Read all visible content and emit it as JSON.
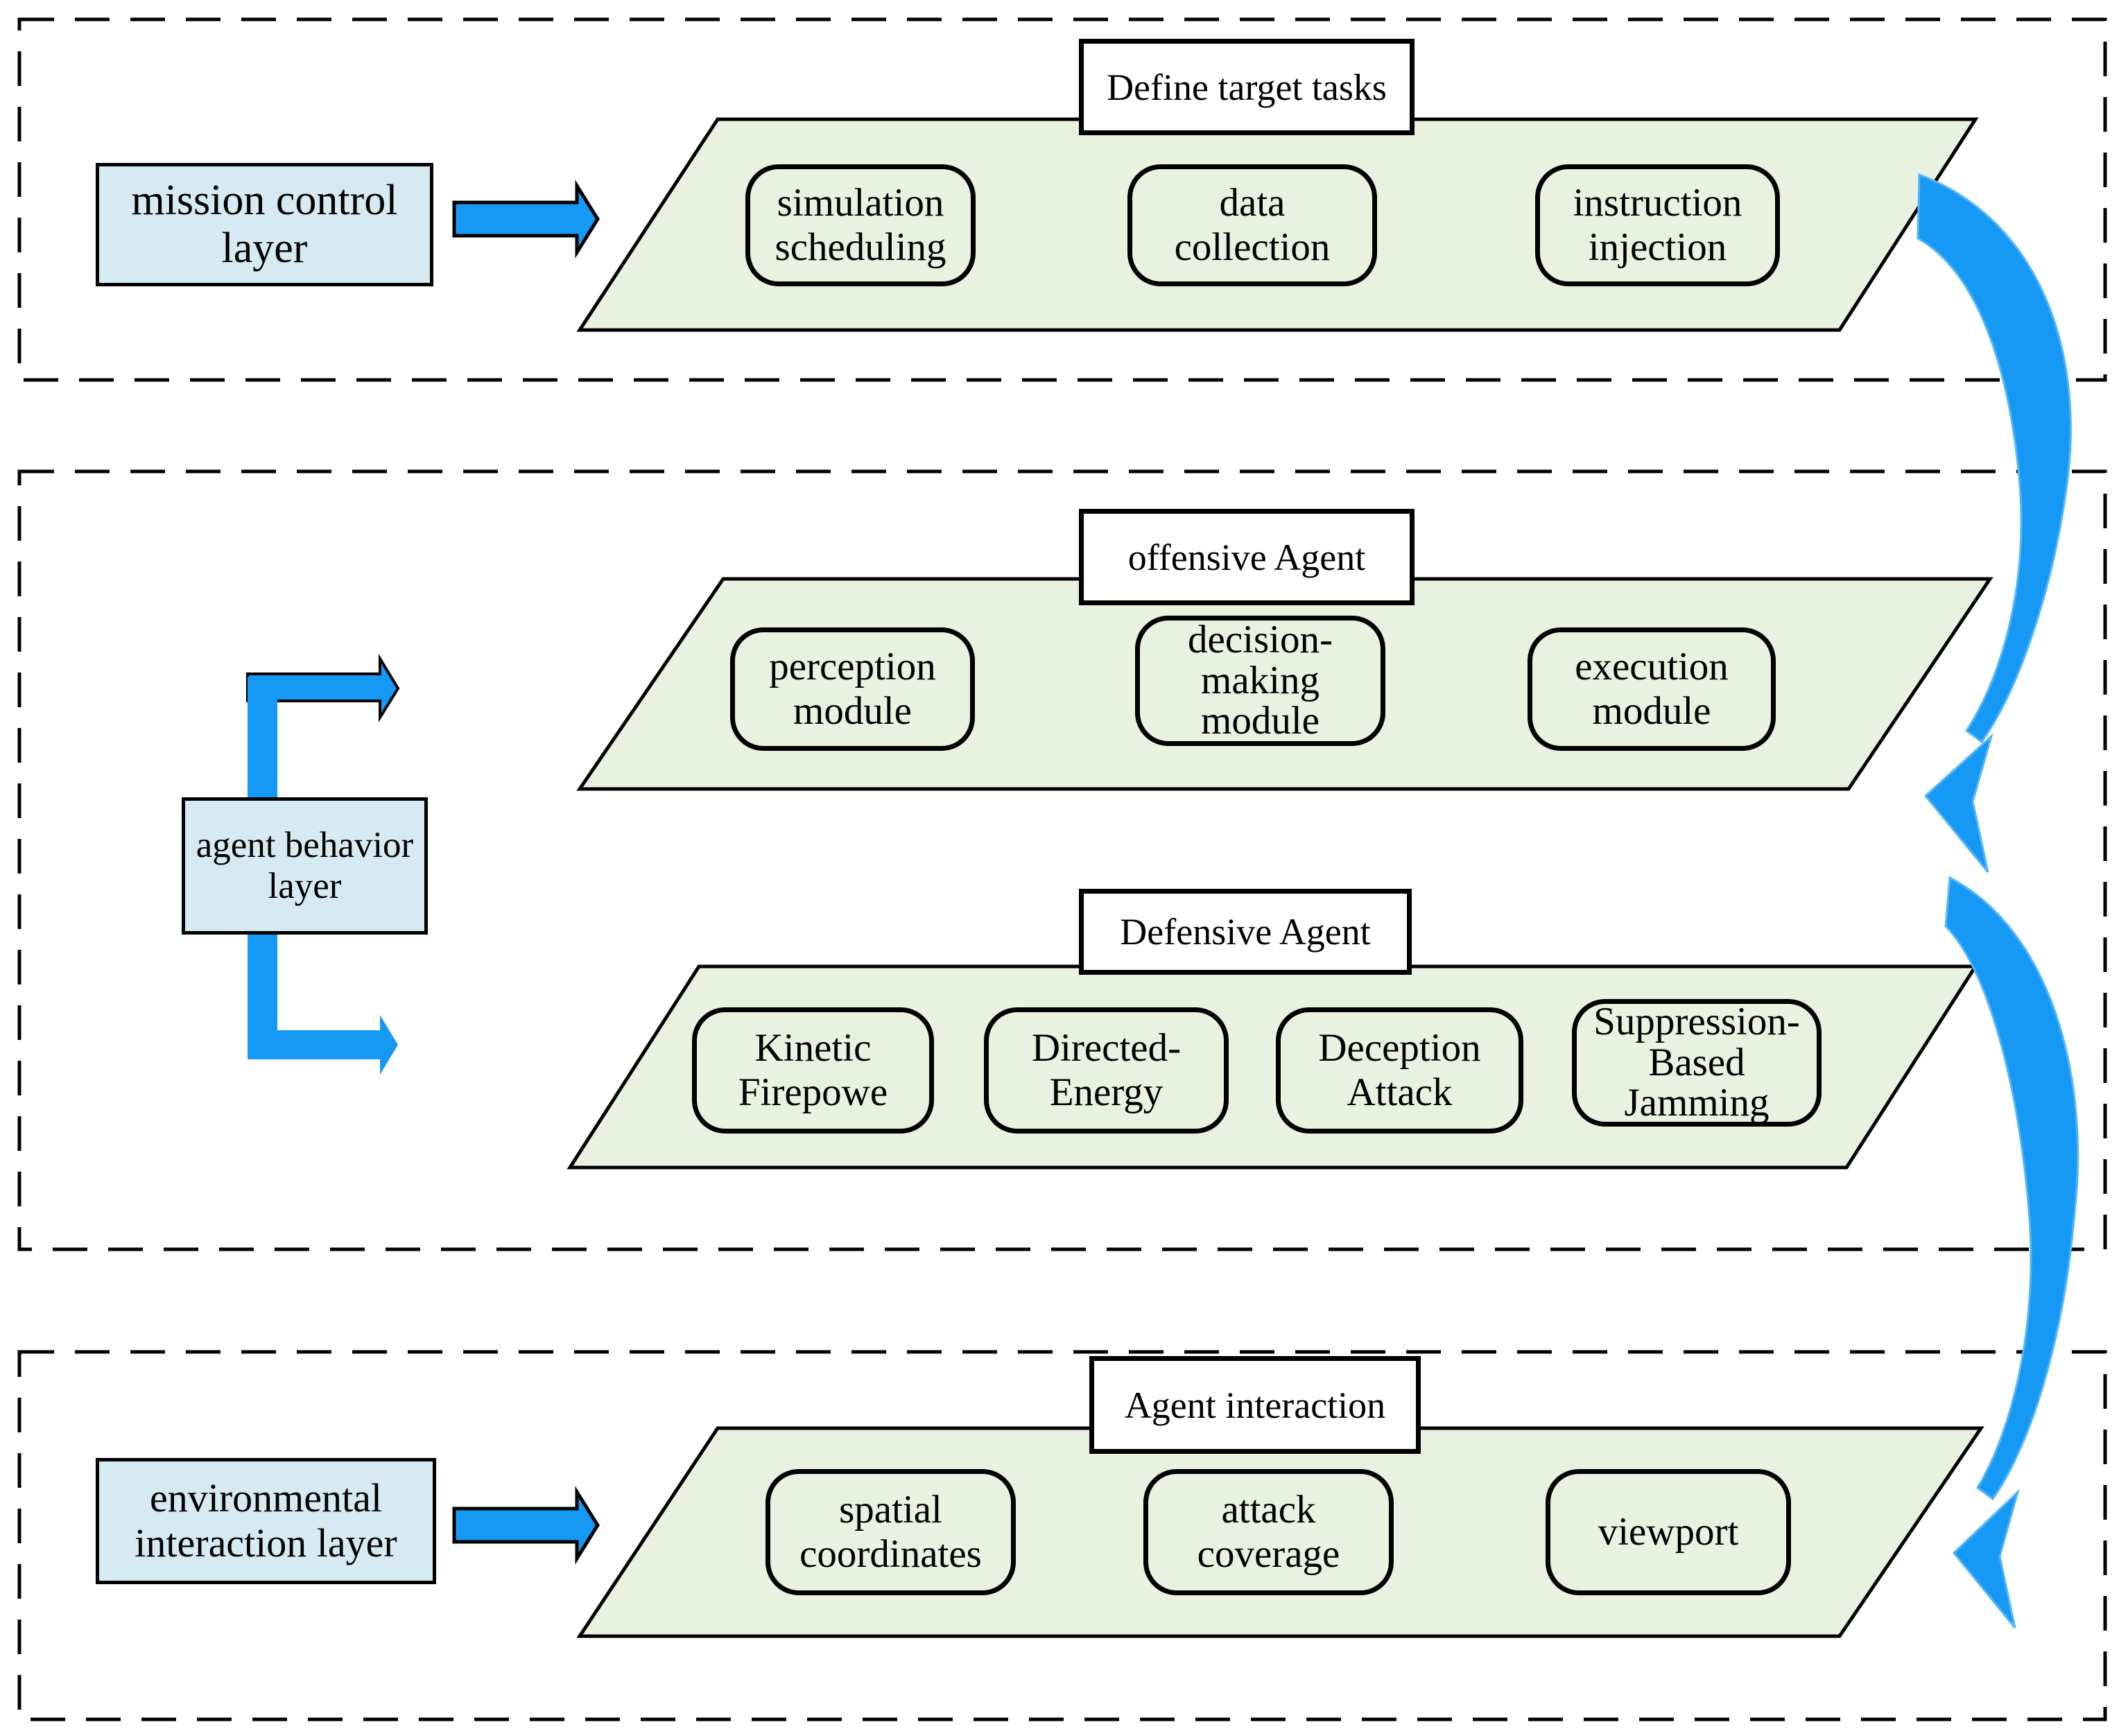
{
  "colors": {
    "layer_box_fill": "#d5eaf2",
    "panel_fill": "#e9f1e0",
    "arrow_blue": "#1699f4",
    "curved_arrow_edge": "#55b5f8",
    "outline": "#000000"
  },
  "mission_control": {
    "layer_label": "mission control\nlayer",
    "panel_label": "Define target tasks",
    "modules": [
      "simulation\nscheduling",
      "data\ncollection",
      "instruction\ninjection"
    ]
  },
  "agent_behavior": {
    "layer_label": "agent behavior\nlayer",
    "offensive": {
      "panel_label": "offensive Agent",
      "modules": [
        "perception\nmodule",
        "decision-\nmaking\nmodule",
        "execution\nmodule"
      ]
    },
    "defensive": {
      "panel_label": "Defensive Agent",
      "modules": [
        "Kinetic\nFirepowe",
        "Directed-\nEnergy",
        "Deception\nAttack",
        "Suppression-\nBased\nJamming"
      ]
    }
  },
  "environmental": {
    "layer_label": "environmental\ninteraction layer",
    "panel_label": "Agent interaction",
    "modules": [
      "spatial\ncoordinates",
      "attack\ncoverage",
      "viewport"
    ]
  }
}
